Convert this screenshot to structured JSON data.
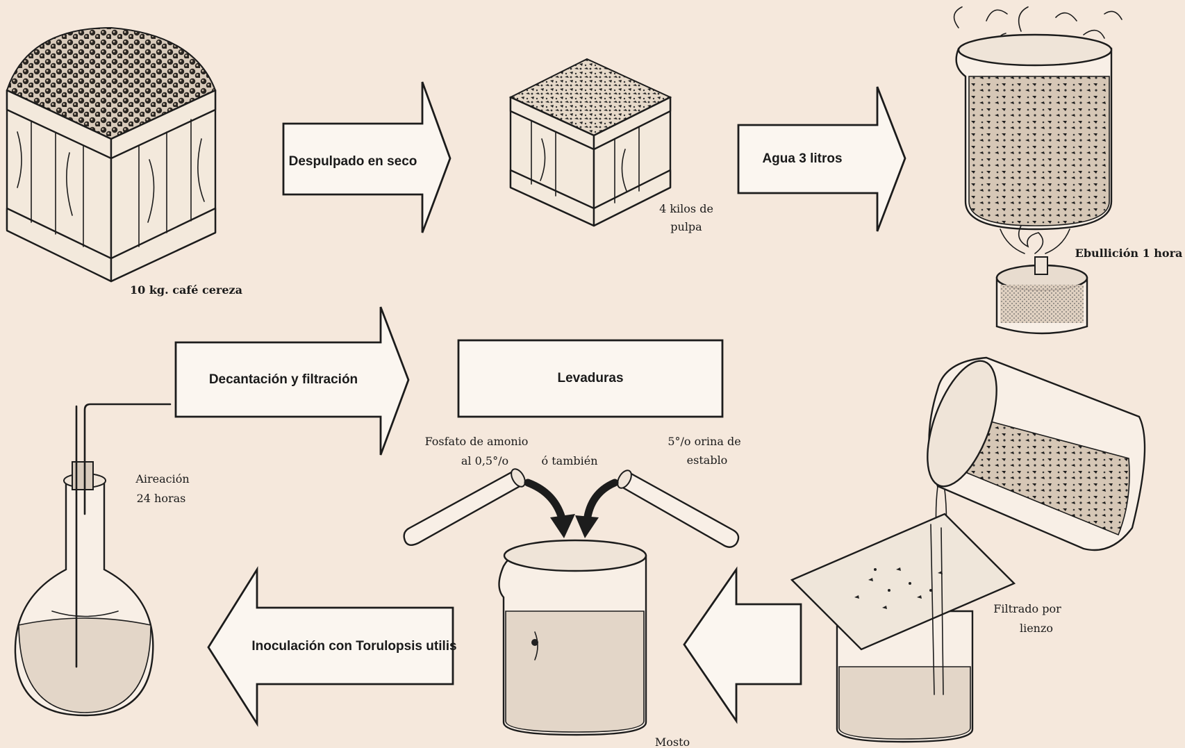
{
  "steps": {
    "despulpado": "Despulpado en seco",
    "agua": "Agua 3 litros",
    "decantacion": "Decantación y filtración",
    "levaduras": "Levaduras",
    "inoculacion": "Inoculación con Torulopsis utilis"
  },
  "captions": {
    "cafe": "10 kg. café cereza",
    "pulpa_1": "4 kilos de",
    "pulpa_2": "pulpa",
    "ebullicion": "Ebullición 1 hora",
    "fosfato_1": "Fosfato de amonio",
    "fosfato_2": "al 0,5°/o",
    "o_tambien": "ó también",
    "orina_1": "5°/o orina de",
    "orina_2": "establo",
    "aireacion_1": "Aireación",
    "aireacion_2": "24 horas",
    "filtrado_1": "Filtrado por",
    "filtrado_2": "lienzo",
    "mosto": "Mosto"
  },
  "colors": {
    "paper": "#f5e8dc",
    "ink": "#1c1c1c"
  }
}
